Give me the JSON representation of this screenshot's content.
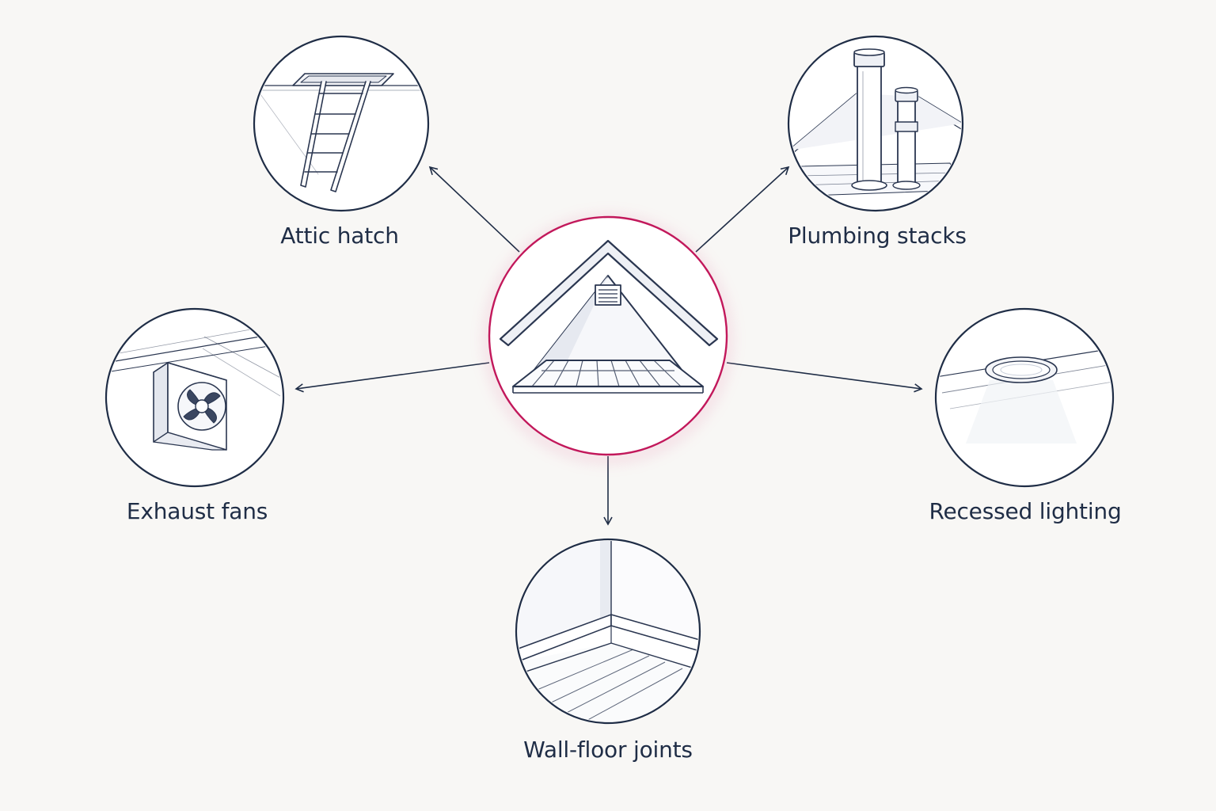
{
  "diagram": {
    "center": {
      "name": "attic",
      "accent_color": "#c2185b"
    },
    "nodes": [
      {
        "id": "attic-hatch",
        "label": "Attic hatch",
        "icon": "ladder-icon"
      },
      {
        "id": "plumbing-stacks",
        "label": "Plumbing stacks",
        "icon": "vent-pipe-icon"
      },
      {
        "id": "exhaust-fans",
        "label": "Exhaust fans",
        "icon": "fan-icon"
      },
      {
        "id": "recessed-lighting",
        "label": "Recessed lighting",
        "icon": "ceiling-light-icon"
      },
      {
        "id": "wall-floor-joints",
        "label": "Wall-floor joints",
        "icon": "wall-corner-icon"
      }
    ],
    "colors": {
      "line": "#1f2d46",
      "background": "#f8f7f5",
      "accent": "#c2185b"
    }
  }
}
